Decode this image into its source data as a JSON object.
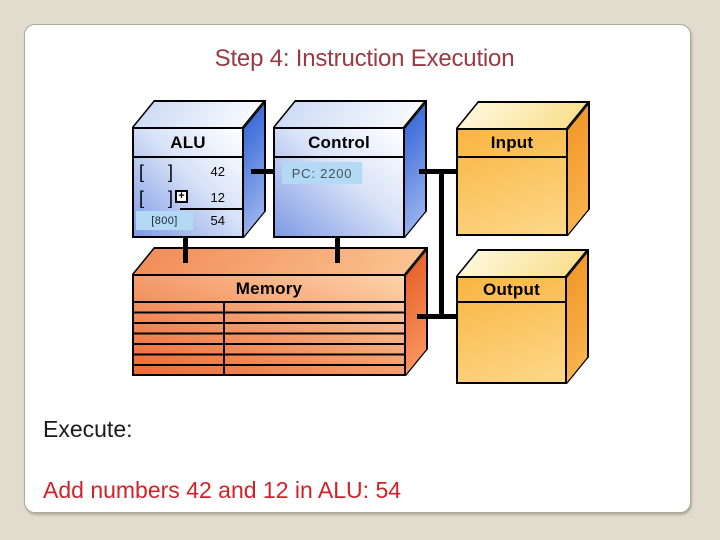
{
  "slide": {
    "title": "Step 4: Instruction Execution",
    "execute_label": "Execute:",
    "result_text": "Add numbers 42 and 12 in ALU: 54"
  },
  "diagram": {
    "alu": {
      "label": "ALU",
      "reg1": {
        "open": "[",
        "close": "]",
        "value": "42"
      },
      "reg2": {
        "open": "[",
        "close": "]",
        "value": "12"
      },
      "plus_icon": "+",
      "result": {
        "address": "[800]",
        "value": "54"
      }
    },
    "control": {
      "label": "Control",
      "pc": "PC: 2200"
    },
    "input": {
      "label": "Input"
    },
    "output": {
      "label": "Output"
    },
    "memory": {
      "label": "Memory"
    }
  },
  "colors": {
    "page_background": "#E1DCCD",
    "slide_background": "#FFFFFF",
    "title_text": "#993B40",
    "result_text": "#D22127",
    "highlight_blue": "#B3D9F4",
    "box_blue": "#4A77DC",
    "box_orange": "#F9B743",
    "memory_orange": "#EC6F38",
    "connector_black": "#000000"
  }
}
